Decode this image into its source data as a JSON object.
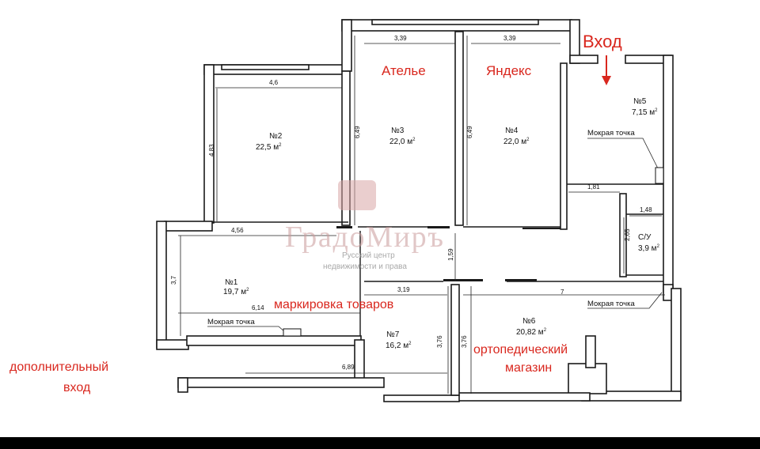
{
  "plan": {
    "rooms": [
      {
        "id": "№1",
        "area": "19,7 м",
        "unit_sup": "2"
      },
      {
        "id": "№2",
        "area": "22,5 м",
        "unit_sup": "2"
      },
      {
        "id": "№3",
        "area": "22,0 м",
        "unit_sup": "2"
      },
      {
        "id": "№4",
        "area": "22,0 м",
        "unit_sup": "2"
      },
      {
        "id": "№5",
        "area": "7,15 м",
        "unit_sup": "2"
      },
      {
        "id": "№6",
        "area": "20,82 м",
        "unit_sup": "2"
      },
      {
        "id": "№7",
        "area": "16,2 м",
        "unit_sup": "2"
      },
      {
        "id": "С/У",
        "area": "3,9 м",
        "unit_sup": "2"
      }
    ],
    "dimensions": [
      "3,39",
      "3,39",
      "4,6",
      "4,83",
      "6,49",
      "6,49",
      "1,81",
      "1,48",
      "2,65",
      "4,56",
      "3,7",
      "6,14",
      "1,59",
      "3,19",
      "7",
      "3,76",
      "3,76",
      "6,89"
    ],
    "wet_points": [
      "Мокрая точка",
      "Мокрая точка",
      "Мокрая точка"
    ],
    "annotations": {
      "entrance": "Вход",
      "atelier": "Ателье",
      "yandex": "Яндекс",
      "marking": "маркировка товаров",
      "ortho_line1": "ортопедический",
      "ortho_line2": "магазин",
      "extra_line1": "дополнительный",
      "extra_line2": "вход"
    },
    "watermark": {
      "logo": "ГрадоМиръ",
      "line1": "Русский центр",
      "line2": "недвижимости и права"
    }
  },
  "colors": {
    "annotation_red": "#d9271e",
    "wall": "#1a1a1a",
    "watermark": "#c99a9a"
  }
}
